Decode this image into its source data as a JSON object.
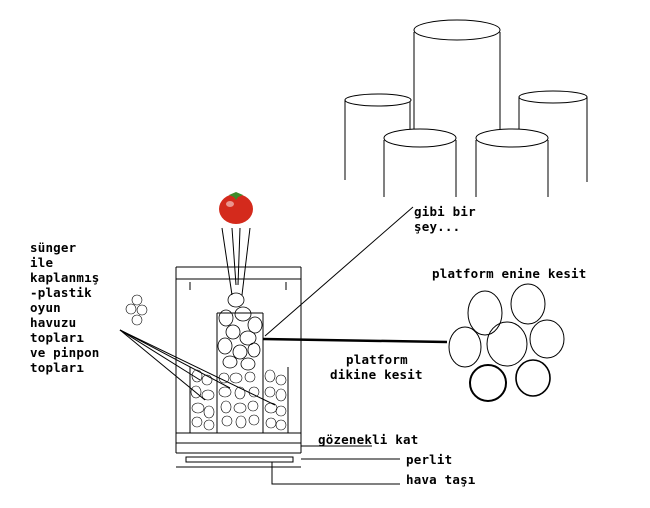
{
  "labels": {
    "gibi_bir_1": "gibi bir",
    "gibi_bir_2": "şey...",
    "sunger_lines": [
      "sünger",
      "ile",
      "kaplanmış",
      "-plastik",
      "oyun",
      "havuzu",
      "topları",
      "ve pinpon",
      "topları"
    ],
    "platform_enine": "platform enine kesit",
    "platform_dikine_1": "platform",
    "platform_dikine_2": "dikine kesit",
    "gozenekli": "gözenekli kat",
    "perlit": "perlit",
    "hava_tasi": "hava taşı"
  },
  "colors": {
    "ink": "#000000",
    "tomato": "#d42a1c",
    "tomato_leaf": "#3d8a2a",
    "background": "#ffffff"
  }
}
